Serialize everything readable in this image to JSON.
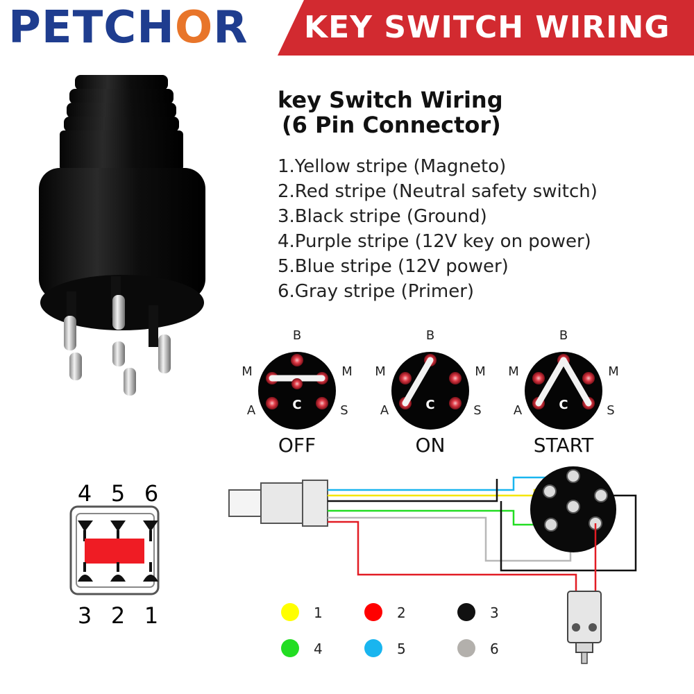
{
  "brand": {
    "logo_text": "PETCHOR"
  },
  "banner": {
    "title": "KEY SWITCH WIRING",
    "color": "#d22a30"
  },
  "heading": {
    "line1": "key Switch Wiring",
    "line2": "(6 Pin Connector)"
  },
  "pins": [
    "1.Yellow stripe (Magneto)",
    "2.Red stripe (Neutral safety switch)",
    "3.Black stripe (Ground)",
    "4.Purple stripe (12V key on power)",
    "5.Blue stripe (12V power)",
    "6.Gray stripe (Primer)"
  ],
  "switch_positions": {
    "labels": {
      "b": "B",
      "m": "M",
      "a": "A",
      "s": "S",
      "c": "C"
    },
    "states": [
      "OFF",
      "ON",
      "START"
    ]
  },
  "plug": {
    "top_numbers": [
      "4",
      "5",
      "6"
    ],
    "bottom_numbers": [
      "3",
      "2",
      "1"
    ]
  },
  "legend": [
    {
      "number": "1",
      "color": "#ffff00"
    },
    {
      "number": "2",
      "color": "#ff0000"
    },
    {
      "number": "3",
      "color": "#111111"
    },
    {
      "number": "4",
      "color": "#22dd22"
    },
    {
      "number": "5",
      "color": "#19b5ef"
    },
    {
      "number": "6",
      "color": "#b3b0ac"
    }
  ]
}
